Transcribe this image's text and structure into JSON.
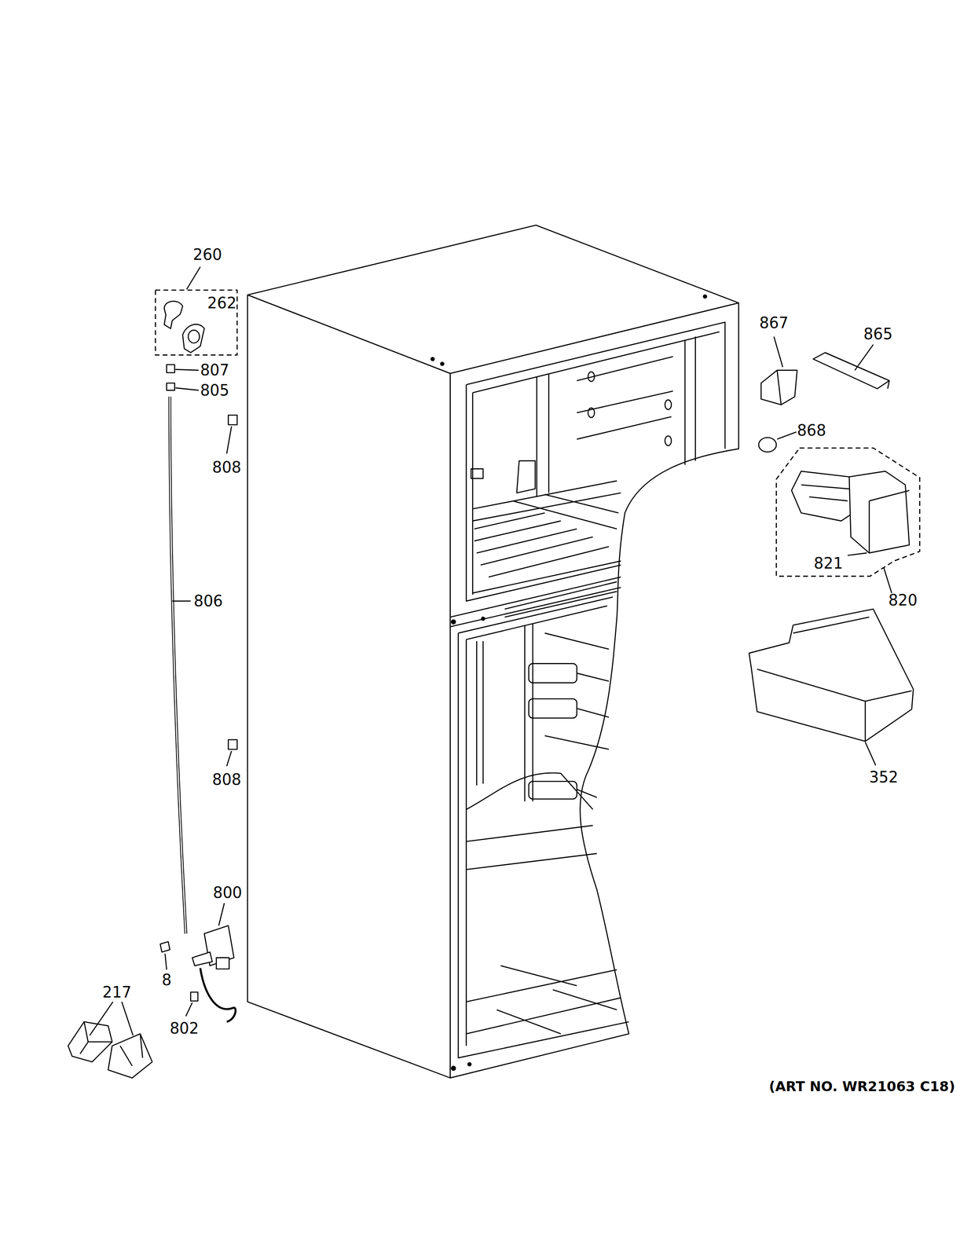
{
  "diagram": {
    "nodes": [
      {
        "text": [
          "262"
        ]
      },
      {
        "text": [
          "821"
        ]
      }
    ],
    "labels": [
      "260",
      "807",
      "805",
      "808",
      "806",
      "808",
      "800",
      "8",
      "217",
      "802",
      "867",
      "865",
      "868",
      "820",
      "352",
      "(ART NO. WR21063 C18)"
    ]
  }
}
